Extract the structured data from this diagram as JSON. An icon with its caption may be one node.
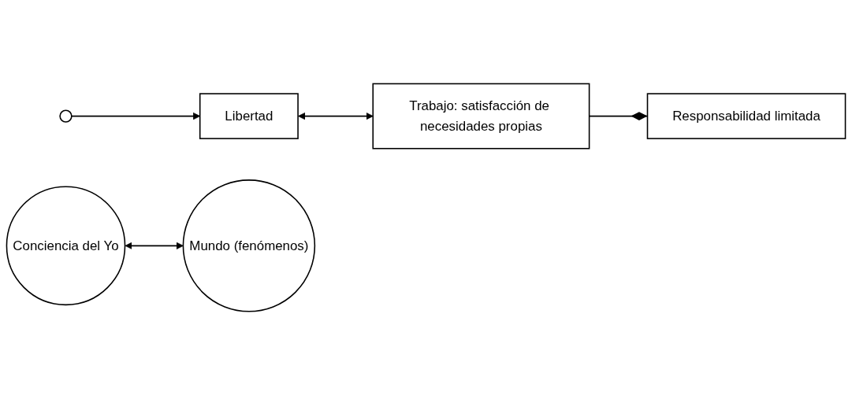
{
  "diagram": {
    "nodes": [
      {
        "text": [
          "Conciencia del Yo"
        ]
      },
      {
        "text": [
          "Trabajo: satisfacción de necesidades propias"
        ]
      },
      {
        "text": [
          "Responsabilidad limitada"
        ]
      },
      {
        "text": [
          "Libertad"
        ]
      },
      {
        "text": [
          "Mundo (fenómenos)"
        ]
      }
    ],
    "edges": [
      {
        "from": 3,
        "to": 1,
        "arrow": "both"
      },
      {
        "from": 1,
        "to": 2,
        "arrow": "other"
      },
      {
        "from": 0,
        "to": 4,
        "arrow": "both"
      },
      {
        "from": null,
        "to": 3,
        "arrow": "to"
      }
    ]
  }
}
